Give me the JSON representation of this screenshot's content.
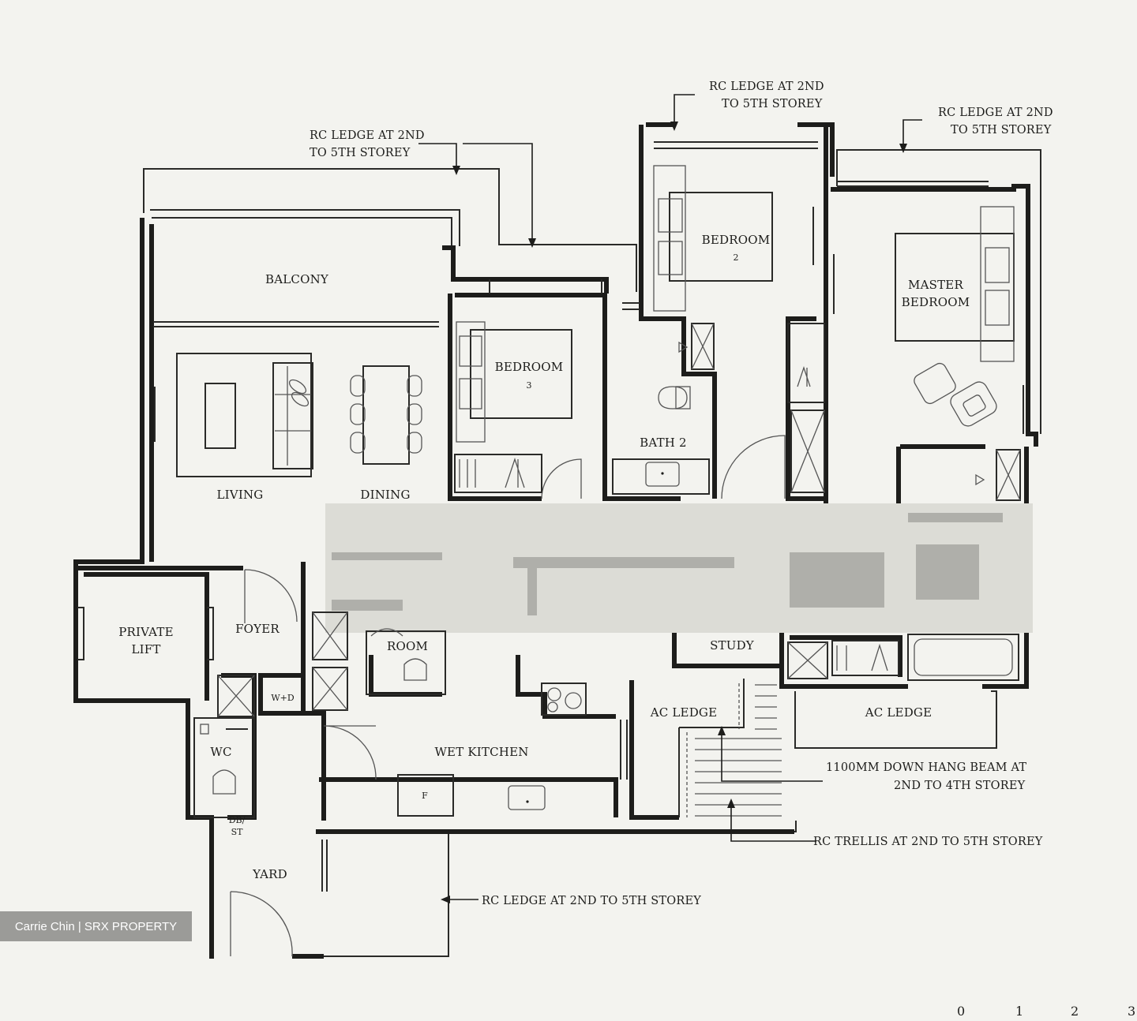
{
  "rooms": {
    "balcony": "BALCONY",
    "bedroom3_line1": "BEDROOM",
    "bedroom3_line2": "3",
    "bedroom2_line1": "BEDROOM",
    "bedroom2_line2": "2",
    "master_line1": "MASTER",
    "master_line2": "BEDROOM",
    "bath2": "BATH 2",
    "living": "LIVING",
    "dining": "DINING",
    "private_lift_line1": "PRIVATE",
    "private_lift_line2": "LIFT",
    "foyer": "FOYER",
    "room": "ROOM",
    "study": "STUDY",
    "wd": "W+D",
    "wc": "WC",
    "db_line1": "DB/",
    "db_line2": "ST",
    "wet_kitchen": "WET KITCHEN",
    "ac_ledge_1": "AC LEDGE",
    "ac_ledge_2": "AC LEDGE",
    "yard": "YARD",
    "fridge": "F"
  },
  "notes": {
    "rc_ledge_left_1": "RC LEDGE AT 2ND",
    "rc_ledge_left_2": "TO 5TH STOREY",
    "rc_ledge_mid_1": "RC LEDGE AT 2ND",
    "rc_ledge_mid_2": "TO 5TH STOREY",
    "rc_ledge_right_1": "RC LEDGE AT 2ND",
    "rc_ledge_right_2": "TO 5TH STOREY",
    "beam_1": "1100MM DOWN HANG BEAM AT",
    "beam_2": "2ND TO 4TH STOREY",
    "trellis": "RC TRELLIS AT 2ND TO 5TH STOREY",
    "rc_ledge_bottom": "RC LEDGE AT 2ND TO 5TH STOREY"
  },
  "watermark": "Carrie Chin | SRX PROPERTY",
  "scale_bar": [
    "0",
    "1",
    "2",
    "3"
  ]
}
